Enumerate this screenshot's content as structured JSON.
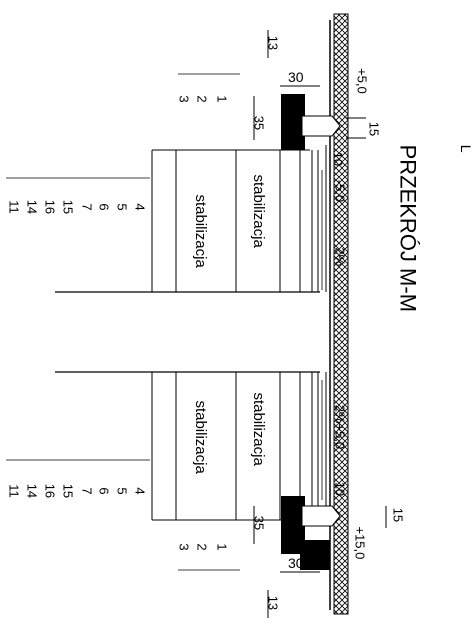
{
  "title": "PRZEKRÓJ M-M",
  "sheet_mark": "L",
  "layer_label": "stabilizacja",
  "dims": {
    "d13": "13",
    "d30": "30",
    "d35": "35",
    "d15": "15",
    "d10": "10",
    "plus50": "+5,0",
    "minus50": "-5,0",
    "plus150": "+15,0",
    "slope": "2%",
    "slope_plus": "2%+5,0"
  },
  "layer_numbers_top": {
    "n1": "1",
    "n2": "2",
    "n3": "3",
    "n4": "4",
    "n5": "5",
    "n6": "6",
    "n7": "7",
    "n15": "15",
    "n16": "16",
    "n14": "14",
    "n11": "11"
  },
  "layer_numbers_bottom": {
    "n1": "1",
    "n2": "2",
    "n3": "3",
    "n4": "4",
    "n5": "5",
    "n6": "6",
    "n7": "7",
    "n15": "15",
    "n16": "16",
    "n14": "14",
    "n11": "11"
  }
}
